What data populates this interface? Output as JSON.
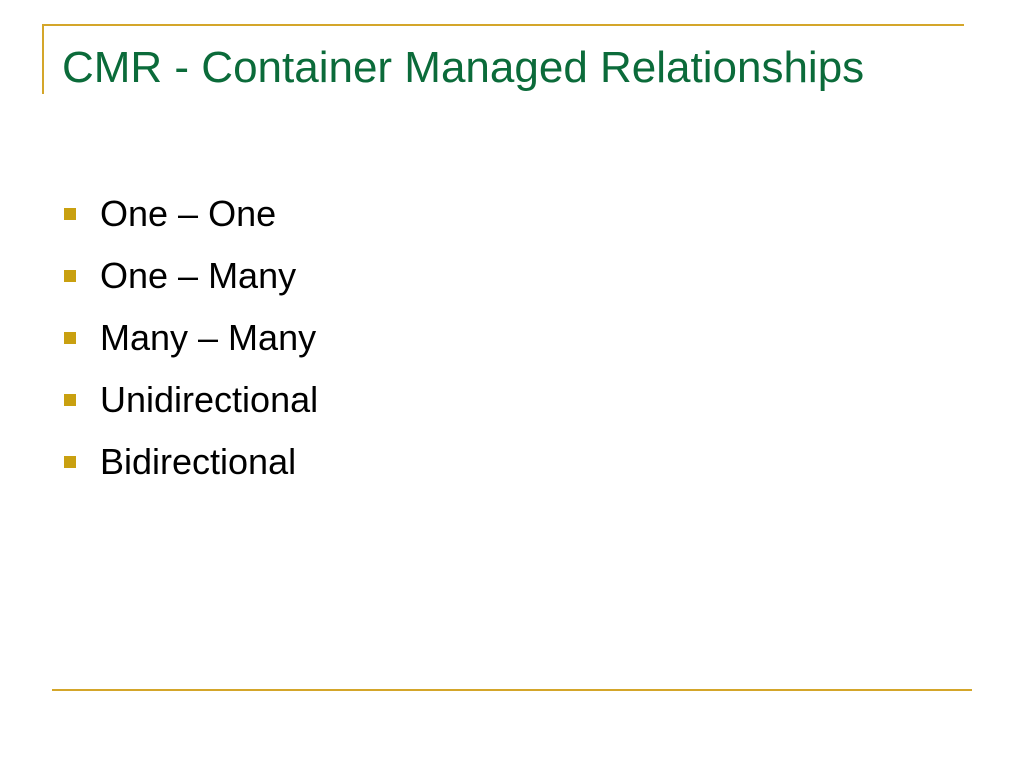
{
  "slide": {
    "title": "CMR - Container Managed Relationships",
    "bullets": [
      "One – One",
      "One – Many",
      "Many – Many",
      "Unidirectional",
      "Bidirectional"
    ]
  },
  "colors": {
    "title": "#0b6b3a",
    "accent_line": "#d4a62a",
    "bullet_marker": "#c9a010",
    "text": "#000000",
    "background": "#ffffff"
  },
  "icons": {
    "bullet": "square-bullet-icon"
  }
}
